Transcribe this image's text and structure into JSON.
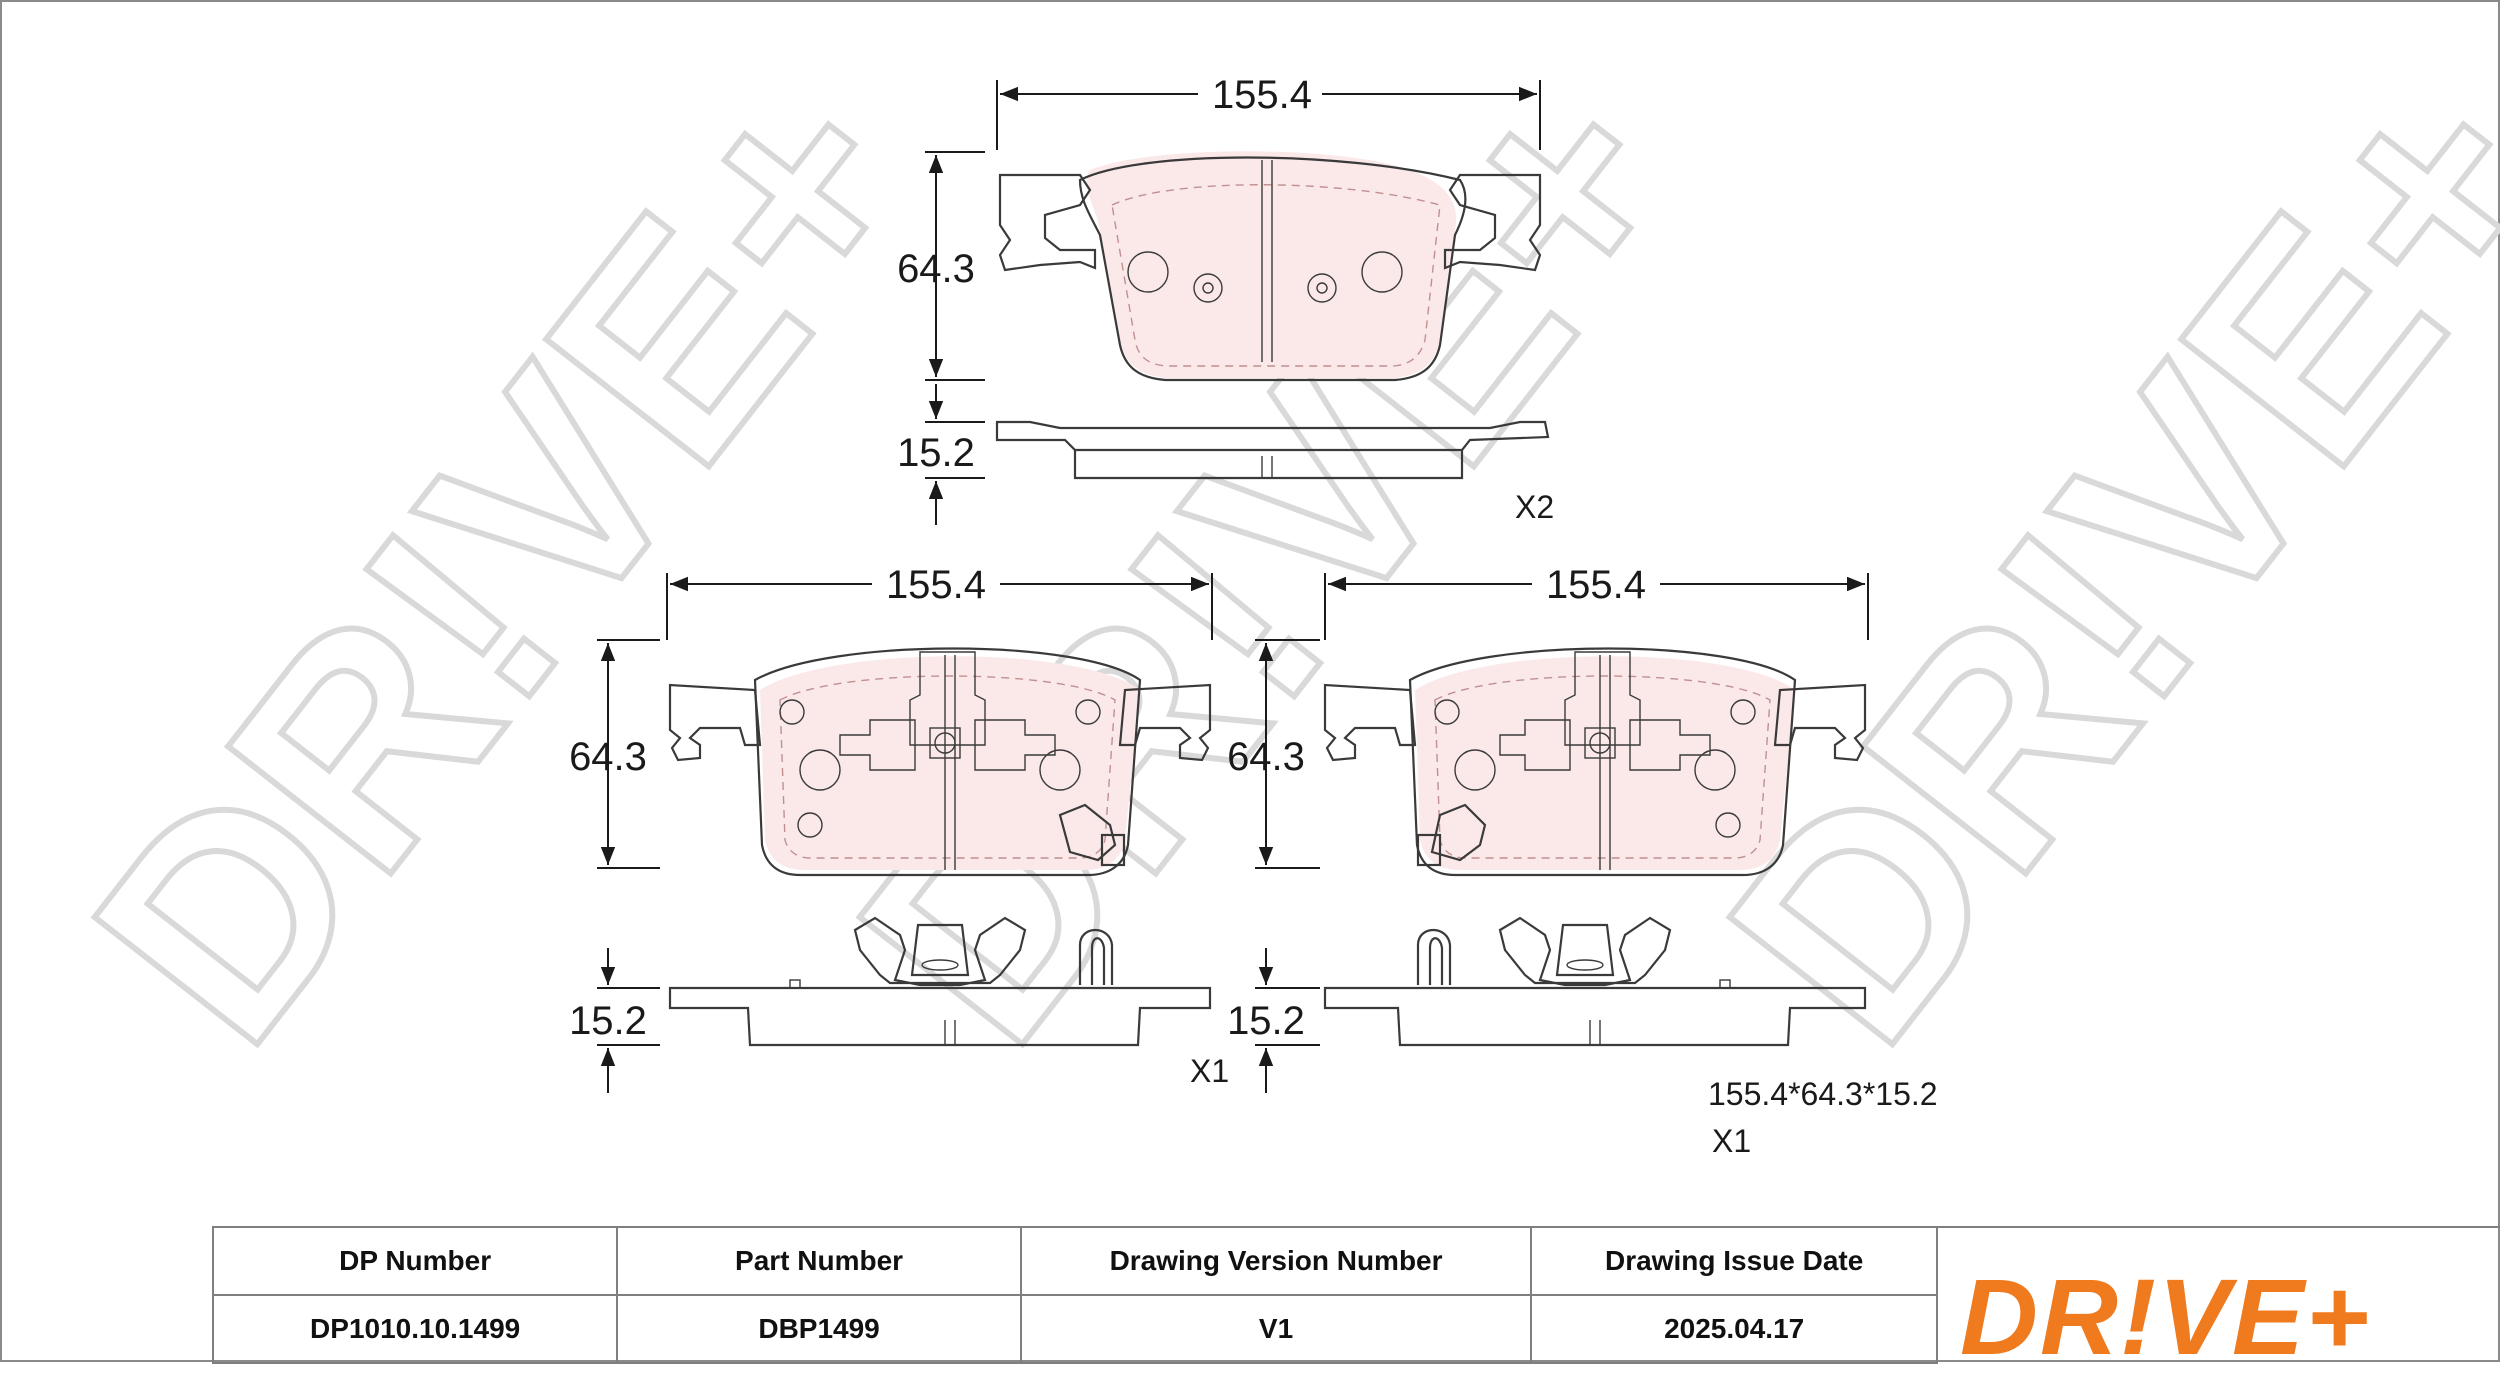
{
  "watermark": "DR!VE+",
  "top_view": {
    "width": "155.4",
    "height": "64.3",
    "thickness": "15.2",
    "quantity": "X2"
  },
  "left_view": {
    "width": "155.4",
    "height": "64.3",
    "thickness": "15.2",
    "quantity": "X1"
  },
  "right_view": {
    "width": "155.4",
    "height": "64.3",
    "thickness": "15.2"
  },
  "summary": {
    "dimensions": "155.4*64.3*15.2",
    "quantity": "X1"
  },
  "title_block": {
    "headers": [
      "DP Number",
      "Part Number",
      "Drawing Version Number",
      "Drawing Issue Date"
    ],
    "values": [
      "DP1010.10.1499",
      "DBP1499",
      "V1",
      "2025.04.17"
    ],
    "logo": "DR!VE+"
  },
  "colors": {
    "pad_fill": "#fbe9ea",
    "logo": "#f07a1e",
    "watermark": "#d9d9d9"
  }
}
